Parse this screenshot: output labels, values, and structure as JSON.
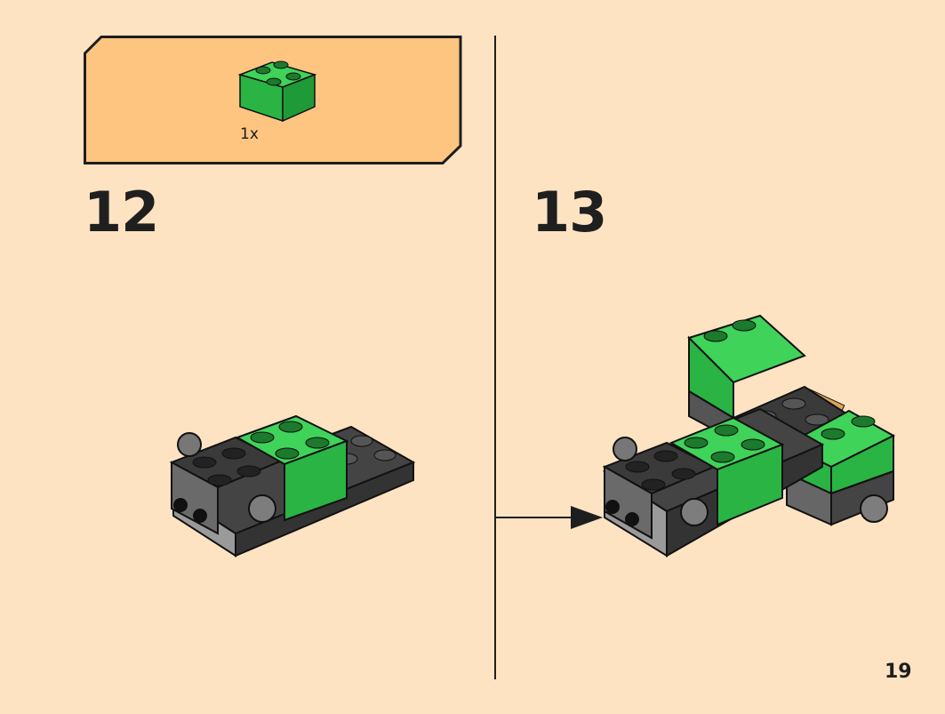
{
  "parts_callout": {
    "quantity": "1x",
    "part": "2x2-brick",
    "part_color": "#2ec24a",
    "panel_color": "#fdc580"
  },
  "steps": [
    {
      "number": "12"
    },
    {
      "number": "13"
    }
  ],
  "page_number": "19",
  "colors": {
    "background": "#fde3c2",
    "green": "#2ec24a",
    "dark_green": "#1e9a36",
    "dark_gray": "#3a3a3a",
    "mid_gray": "#8f8f8f",
    "light_gray": "#b5b5b5",
    "tan": "#e0a55a"
  }
}
